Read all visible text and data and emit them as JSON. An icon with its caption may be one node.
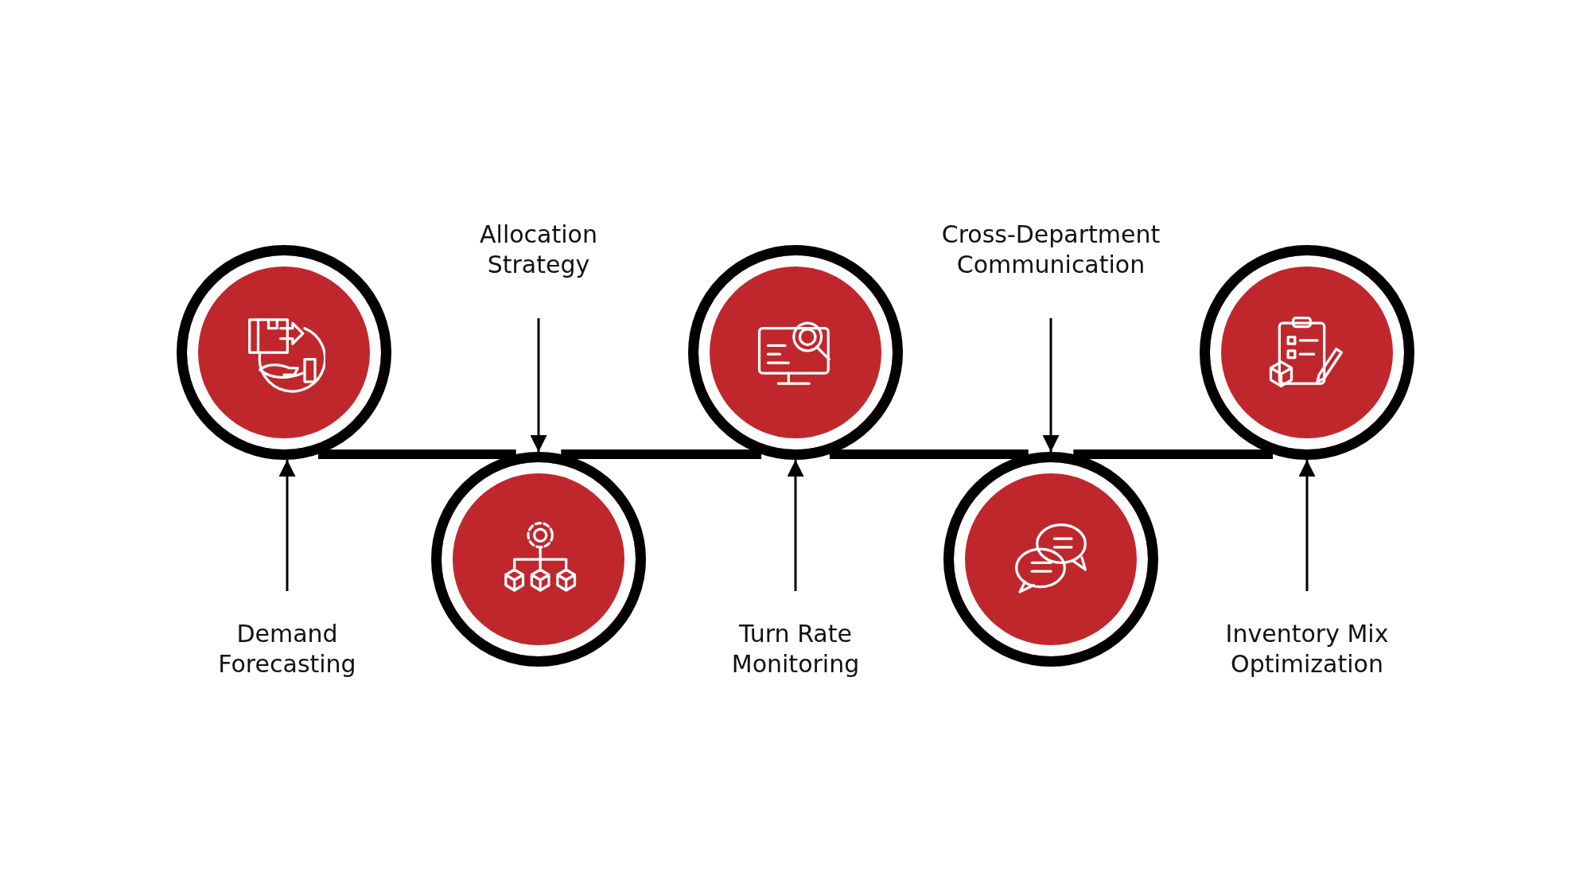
{
  "diagram": {
    "nodes": [
      {
        "text": [],
        "shape": "circle"
      },
      {
        "text": [
          "Demand Forecasting"
        ]
      },
      {
        "text": [
          "Allocation Strategy"
        ]
      },
      {
        "text": [],
        "shape": "circle"
      },
      {
        "text": [],
        "shape": "circle"
      },
      {
        "text": [
          "Turn Rate Monitoring"
        ]
      },
      {
        "text": [
          "Cross-Department Communication"
        ]
      },
      {
        "text": [],
        "shape": "circle"
      },
      {
        "text": [],
        "shape": "circle"
      },
      {
        "text": [
          "Inventory Mix Optimization"
        ]
      }
    ],
    "edges": [
      {
        "from": 1,
        "to": 0,
        "arrow": "to"
      },
      {
        "from": 2,
        "to": 3,
        "arrow": "to"
      },
      {
        "from": 5,
        "to": 4,
        "arrow": "to"
      },
      {
        "from": 6,
        "to": 7,
        "arrow": "to"
      },
      {
        "from": 9,
        "to": 8,
        "arrow": "to"
      },
      {
        "from": 0,
        "to": 3,
        "arrow": "none",
        "style": "thick"
      },
      {
        "from": 3,
        "to": 4,
        "arrow": "none",
        "style": "thick"
      },
      {
        "from": 4,
        "to": 7,
        "arrow": "none",
        "style": "thick"
      },
      {
        "from": 7,
        "to": 8,
        "arrow": "none",
        "style": "thick"
      }
    ]
  }
}
